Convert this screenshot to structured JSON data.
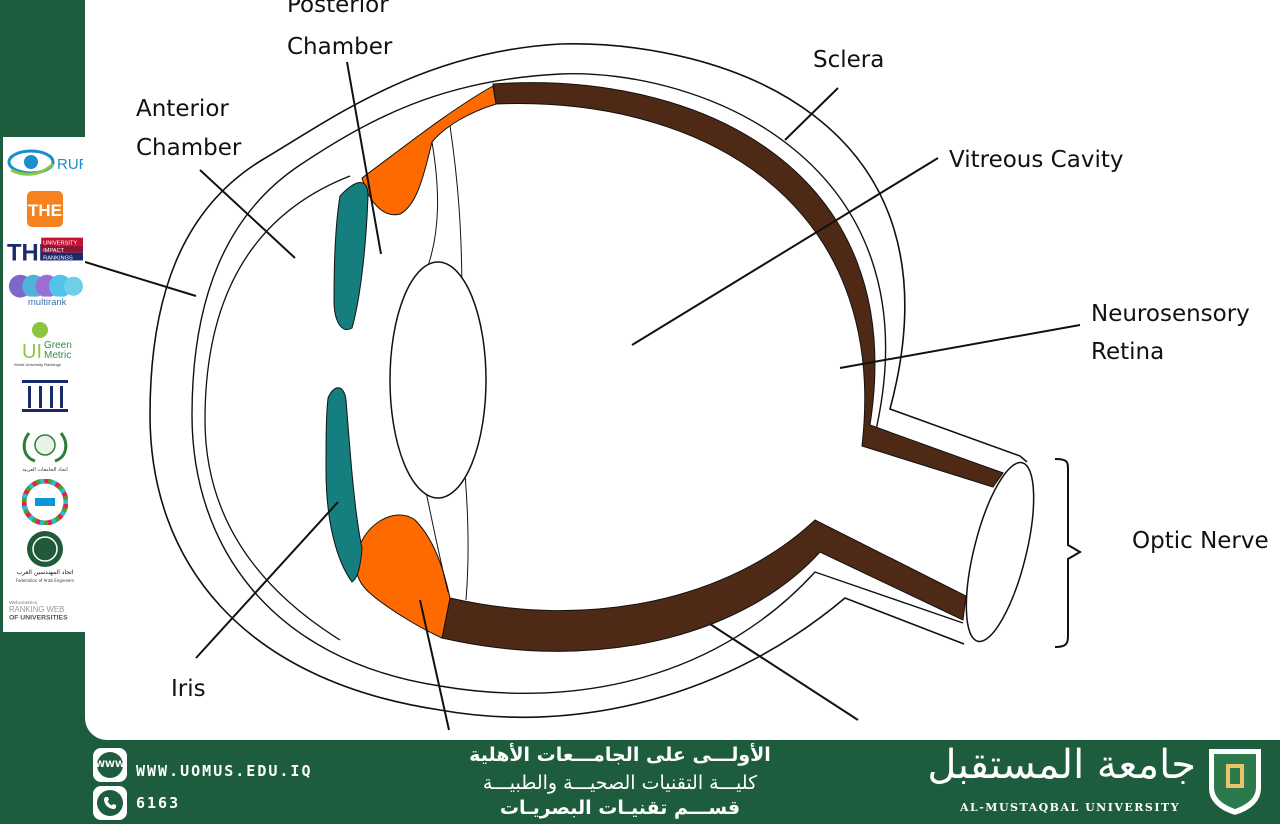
{
  "diagram": {
    "labels": {
      "posterior_chamber": [
        "Posterior",
        "Chamber"
      ],
      "anterior_chamber": [
        "Anterior",
        "Chamber"
      ],
      "sclera": "Sclera",
      "vitreous_cavity": "Vitreous Cavity",
      "neurosensory_retina": [
        "Neurosensory",
        "Retina"
      ],
      "optic_nerve": "Optic Nerve",
      "iris": "Iris"
    },
    "colors": {
      "iris": "#157e7e",
      "ciliary_body": "#ff6a00",
      "retina": "#4e2a16",
      "outline": "#111111"
    }
  },
  "rankings": [
    {
      "icon": "rur-logo-icon",
      "text": "RUR"
    },
    {
      "icon": "the-logo-icon",
      "text": "THE"
    },
    {
      "icon": "the-impact-rankings-icon",
      "text": "THE",
      "lines": [
        "UNIVERSITY",
        "IMPACT",
        "RANKINGS"
      ]
    },
    {
      "icon": "multirank-logo-icon",
      "text": "multirank"
    },
    {
      "icon": "ui-greenmetric-logo-icon",
      "text": "UI",
      "lines": [
        "Green",
        "Metric"
      ],
      "sub": "World University Rankings"
    },
    {
      "icon": "institution-columns-icon"
    },
    {
      "icon": "arab-universities-union-icon",
      "sub": "اتحاد الجامعات العربية"
    },
    {
      "icon": "sdg-wheel-icon"
    },
    {
      "icon": "arab-engineers-federation-icon",
      "sub": "اتحاد المهندسين العرب",
      "sub2": "Federation of Arab Engineers"
    },
    {
      "icon": "webometrics-icon",
      "lines": [
        "Webometrics",
        "RANKING WEB",
        "OF UNIVERSITIES"
      ]
    }
  ],
  "footer": {
    "website": "WWW.UOMUS.EDU.IQ",
    "website_icon": "WWW",
    "phone": "6163",
    "arabic_lines": [
      "الأولـــى على الجامـــعات الأهلية",
      "كليـــة التقنيات الصحيـــة والطبيـــة",
      "قســـم تقنيـات البصريـات"
    ],
    "university_arabic": "جامعة المستقبل",
    "university_english": "AL-MUSTAQBAL UNIVERSITY"
  }
}
